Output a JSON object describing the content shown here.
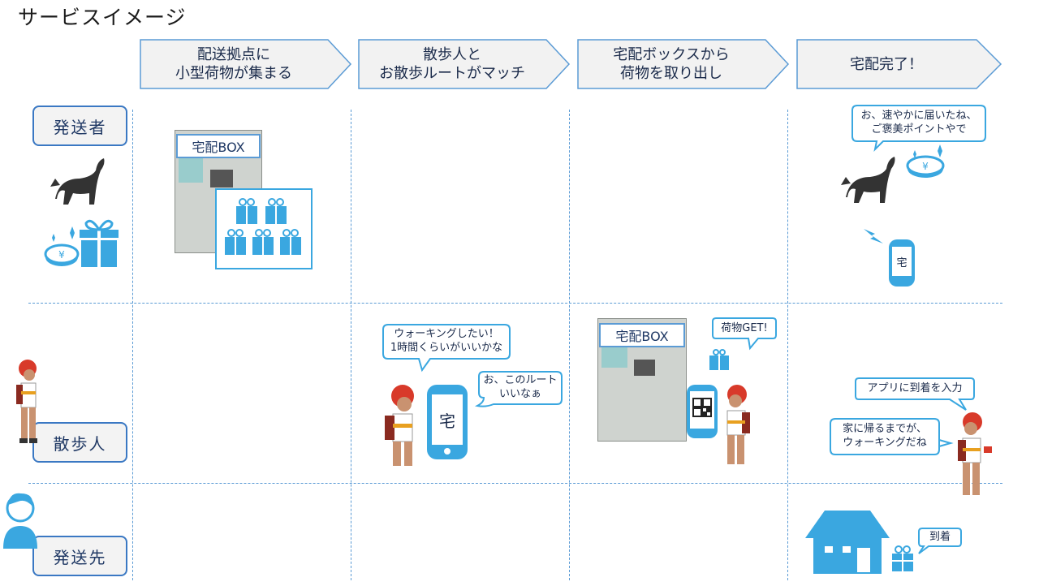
{
  "title": "サービスイメージ",
  "steps": [
    {
      "line1": "配送拠点に",
      "line2": "小型荷物が集まる"
    },
    {
      "line1": "散歩人と",
      "line2": "お散歩ルートがマッチ"
    },
    {
      "line1": "宅配ボックスから",
      "line2": "荷物を取り出し"
    },
    {
      "line1": "宅配完了！",
      "line2": ""
    }
  ],
  "roles": {
    "sender": "発送者",
    "walker": "散歩人",
    "recipient": "発送先"
  },
  "box_label": "宅配BOX",
  "phone_char": "宅",
  "bubbles": {
    "sender_thanks": {
      "line1": "お、速やかに届いたね、",
      "line2": "ご褒美ポイントやで"
    },
    "walker_want": {
      "line1": "ウォーキングしたい！",
      "line2": "1時間くらいがいいかな"
    },
    "walker_route": {
      "line1": "お、このルート",
      "line2": "いいなぁ"
    },
    "got_package": {
      "line1": "荷物GET!"
    },
    "arrival_input": {
      "line1": "アプリに到着を入力"
    },
    "going_home": {
      "line1": "家に帰るまでが、",
      "line2": "ウォーキングだね"
    },
    "arrived": {
      "line1": "到着"
    }
  },
  "colors": {
    "accent": "#3aa7e0",
    "border": "#5b9bd5",
    "role_border": "#3a78c3",
    "arrow_fill": "#f2f2f2"
  }
}
